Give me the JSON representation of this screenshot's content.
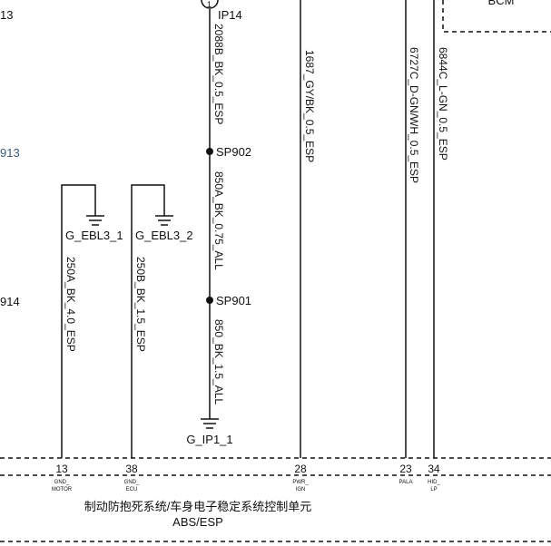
{
  "left_refs": {
    "ref_13": "13",
    "ref_913": "913",
    "ref_914": "914"
  },
  "bcm": {
    "label": "BCM"
  },
  "connector_ip14": {
    "label": "IP14",
    "pin": "1"
  },
  "splices": {
    "sp902": "SP902",
    "sp901": "SP901"
  },
  "grounds": {
    "g_ebl3_1": "G_EBL3_1",
    "g_ebl3_2": "G_EBL3_2",
    "g_ip1_1": "G_IP1_1"
  },
  "wires": {
    "w2088b": "2088B_BK_0.5_ESP",
    "w850a": "850A_BK_0.75_ALL",
    "w850": "850_BK_1.5_ALL",
    "w250a": "250A_BK_4.0_ESP",
    "w250b": "250B_BK_1.5_ESP",
    "w1687": "1687_GY/BK_0.5_ESP",
    "w6727c": "6727C_D-GN/WH_0.5_ESP",
    "w6844c": "6844C_L-GN_0.5_ESP"
  },
  "pins": [
    {
      "num": "13",
      "func1": "GND_",
      "func2": "MOTOR"
    },
    {
      "num": "38",
      "func1": "GND_",
      "func2": "ECU"
    },
    {
      "num": "28",
      "func1": "PWR_",
      "func2": "IGN"
    },
    {
      "num": "23",
      "func1": "PALA",
      "func2": ""
    },
    {
      "num": "34",
      "func1": "HID_",
      "func2": "LP"
    }
  ],
  "module": {
    "name_cn": "制动防抱死系统/车身电子稳定系统控制单元",
    "name_en": "ABS/ESP"
  }
}
